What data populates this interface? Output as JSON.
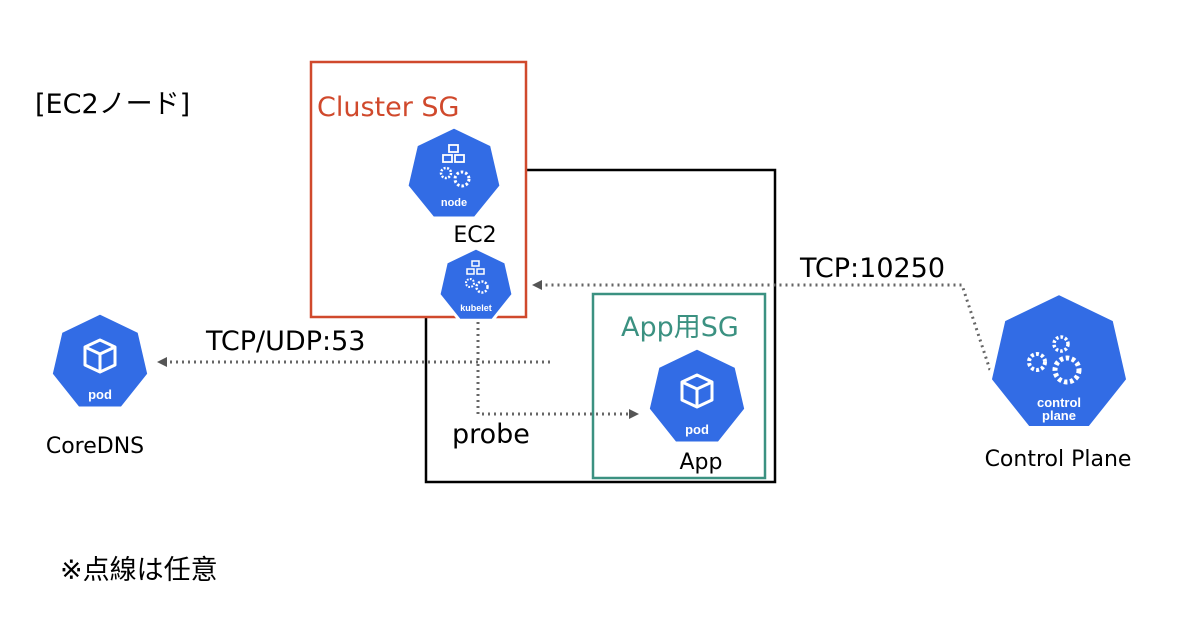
{
  "title": "[EC2ノード]",
  "footnote": "※点線は任意",
  "groups": {
    "cluster_sg": "Cluster SG",
    "app_sg": "App用SG"
  },
  "connections": {
    "coredns": "TCP/UDP:53",
    "control_plane": "TCP:10250",
    "probe": "probe"
  },
  "nodes": {
    "ec2": {
      "label": "EC2",
      "icon_text": "node",
      "icon": "node-icon"
    },
    "kubelet": {
      "icon_text": "kubelet",
      "icon": "kubelet-icon"
    },
    "coredns": {
      "label": "CoreDNS",
      "icon_text": "pod",
      "icon": "pod-icon"
    },
    "app": {
      "label": "App",
      "icon_text": "pod",
      "icon": "pod-icon"
    },
    "control_plane": {
      "label": "Control Plane",
      "icon_text_line1": "control",
      "icon_text_line2": "plane",
      "icon": "control-plane-icon"
    }
  },
  "colors": {
    "k8s_blue": "#326ce5",
    "cluster_sg": "#d0492c",
    "app_sg": "#3b9181",
    "node_box": "#000000",
    "dotted": "#666666"
  }
}
